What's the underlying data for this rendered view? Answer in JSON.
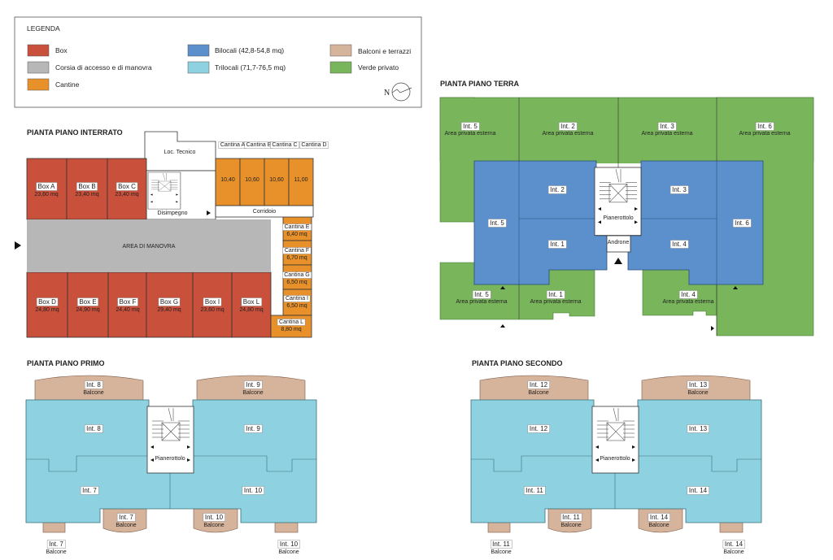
{
  "colors": {
    "box": "#c9503a",
    "corsia": "#b7b7b7",
    "cantine": "#e8912b",
    "bilocali": "#5b90cd",
    "trilocali": "#8ed2e1",
    "balconi": "#d6b39b",
    "verde": "#79b55b"
  },
  "legend": {
    "title": "LEGENDA",
    "items": [
      {
        "label": "Box",
        "color": "#c9503a"
      },
      {
        "label": "Corsia di accesso e di manovra",
        "color": "#b7b7b7"
      },
      {
        "label": "Cantine",
        "color": "#e8912b"
      },
      {
        "label": "Bilocali (42,8-54,8 mq)",
        "color": "#5b90cd"
      },
      {
        "label": "Trilocali (71,7-76,5 mq)",
        "color": "#8ed2e1"
      },
      {
        "label": "Balconi e terrazzi",
        "color": "#d6b39b"
      },
      {
        "label": "Verde privato",
        "color": "#79b55b"
      }
    ],
    "north": "N"
  },
  "interrato": {
    "title": "PIANTA PIANO INTERRATO",
    "loc_tecnico": "Loc. Tecnico",
    "disimpegno": "Disimpegno",
    "corridoio": "Corridoio",
    "area_manovra": "AREA DI MANOVRA",
    "boxes": [
      {
        "name": "Box A",
        "area": "23,60 mq"
      },
      {
        "name": "Box B",
        "area": "23,40 mq"
      },
      {
        "name": "Box C",
        "area": "23,40 mq"
      },
      {
        "name": "Box D",
        "area": "24,80 mq"
      },
      {
        "name": "Box E",
        "area": "24,90 mq"
      },
      {
        "name": "Box F",
        "area": "24,40 mq"
      },
      {
        "name": "Box G",
        "area": "29,40 mq"
      },
      {
        "name": "Box I",
        "area": "23,60 mq"
      },
      {
        "name": "Box L",
        "area": "24,80 mq"
      }
    ],
    "cantine": [
      {
        "name": "Cantina A",
        "area": "10,40"
      },
      {
        "name": "Cantina B",
        "area": "10,60"
      },
      {
        "name": "Cantina C",
        "area": "10,60"
      },
      {
        "name": "Cantina D",
        "area": "11,00"
      },
      {
        "name": "Cantina E",
        "area": "6,40 mq"
      },
      {
        "name": "Cantina F",
        "area": "6,70 mq"
      },
      {
        "name": "Cantina G",
        "area": "6,50 mq"
      },
      {
        "name": "Cantina I",
        "area": "6,50 mq"
      },
      {
        "name": "Cantina L",
        "area": "8,80 mq"
      }
    ]
  },
  "terra": {
    "title": "PIANTA PIANO TERRA",
    "area_label": "Area privata esterna",
    "pianerottolo": "Pianerottolo",
    "androne": "Androne",
    "gardens": [
      "Int. 5",
      "Int. 2",
      "Int. 3",
      "Int. 6",
      "Int. 5",
      "Int. 1",
      "Int. 4"
    ],
    "units": [
      "Int. 2",
      "Int. 5",
      "Int. 1",
      "Int. 3",
      "Int. 6",
      "Int. 4"
    ]
  },
  "primo": {
    "title": "PIANTA PIANO PRIMO",
    "pianerottolo": "Pianerottolo",
    "balcone": "Balcone",
    "units": [
      "Int. 8",
      "Int. 9",
      "Int. 7",
      "Int. 10"
    ],
    "balconies": [
      "Int. 8",
      "Int. 9",
      "Int. 7",
      "Int. 10",
      "Int. 7",
      "Int. 10"
    ]
  },
  "secondo": {
    "title": "PIANTA PIANO SECONDO",
    "pianerottolo": "Pianerottolo",
    "balcone": "Balcone",
    "units": [
      "Int. 12",
      "Int. 13",
      "Int. 11",
      "Int. 14"
    ],
    "balconies": [
      "Int. 12",
      "Int. 13",
      "Int. 11",
      "Int. 14",
      "Int. 11",
      "Int. 14"
    ]
  }
}
